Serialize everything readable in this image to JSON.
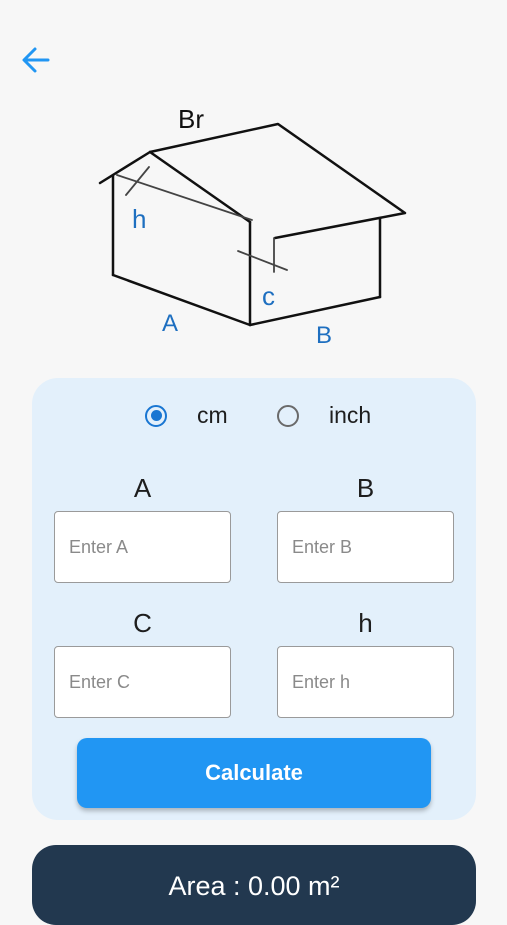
{
  "diagram": {
    "labels": {
      "br": "Br",
      "h": "h",
      "c": "c",
      "a": "A",
      "b": "B"
    }
  },
  "units": {
    "options": [
      "cm",
      "inch"
    ],
    "selected": "cm"
  },
  "fields": [
    {
      "label": "A",
      "placeholder": "Enter A",
      "value": ""
    },
    {
      "label": "B",
      "placeholder": "Enter B",
      "value": ""
    },
    {
      "label": "C",
      "placeholder": "Enter C",
      "value": ""
    },
    {
      "label": "h",
      "placeholder": "Enter h",
      "value": ""
    }
  ],
  "calculate_label": "Calculate",
  "result": {
    "text": "Area : 0.00 m²"
  },
  "colors": {
    "accent": "#2196f3",
    "radio_selected": "#1976d2",
    "card_bg": "#e3f0fb",
    "result_bg": "#22384f",
    "diagram_label": "#1e6fc0"
  },
  "icons": {
    "back": "arrow-left-icon"
  }
}
